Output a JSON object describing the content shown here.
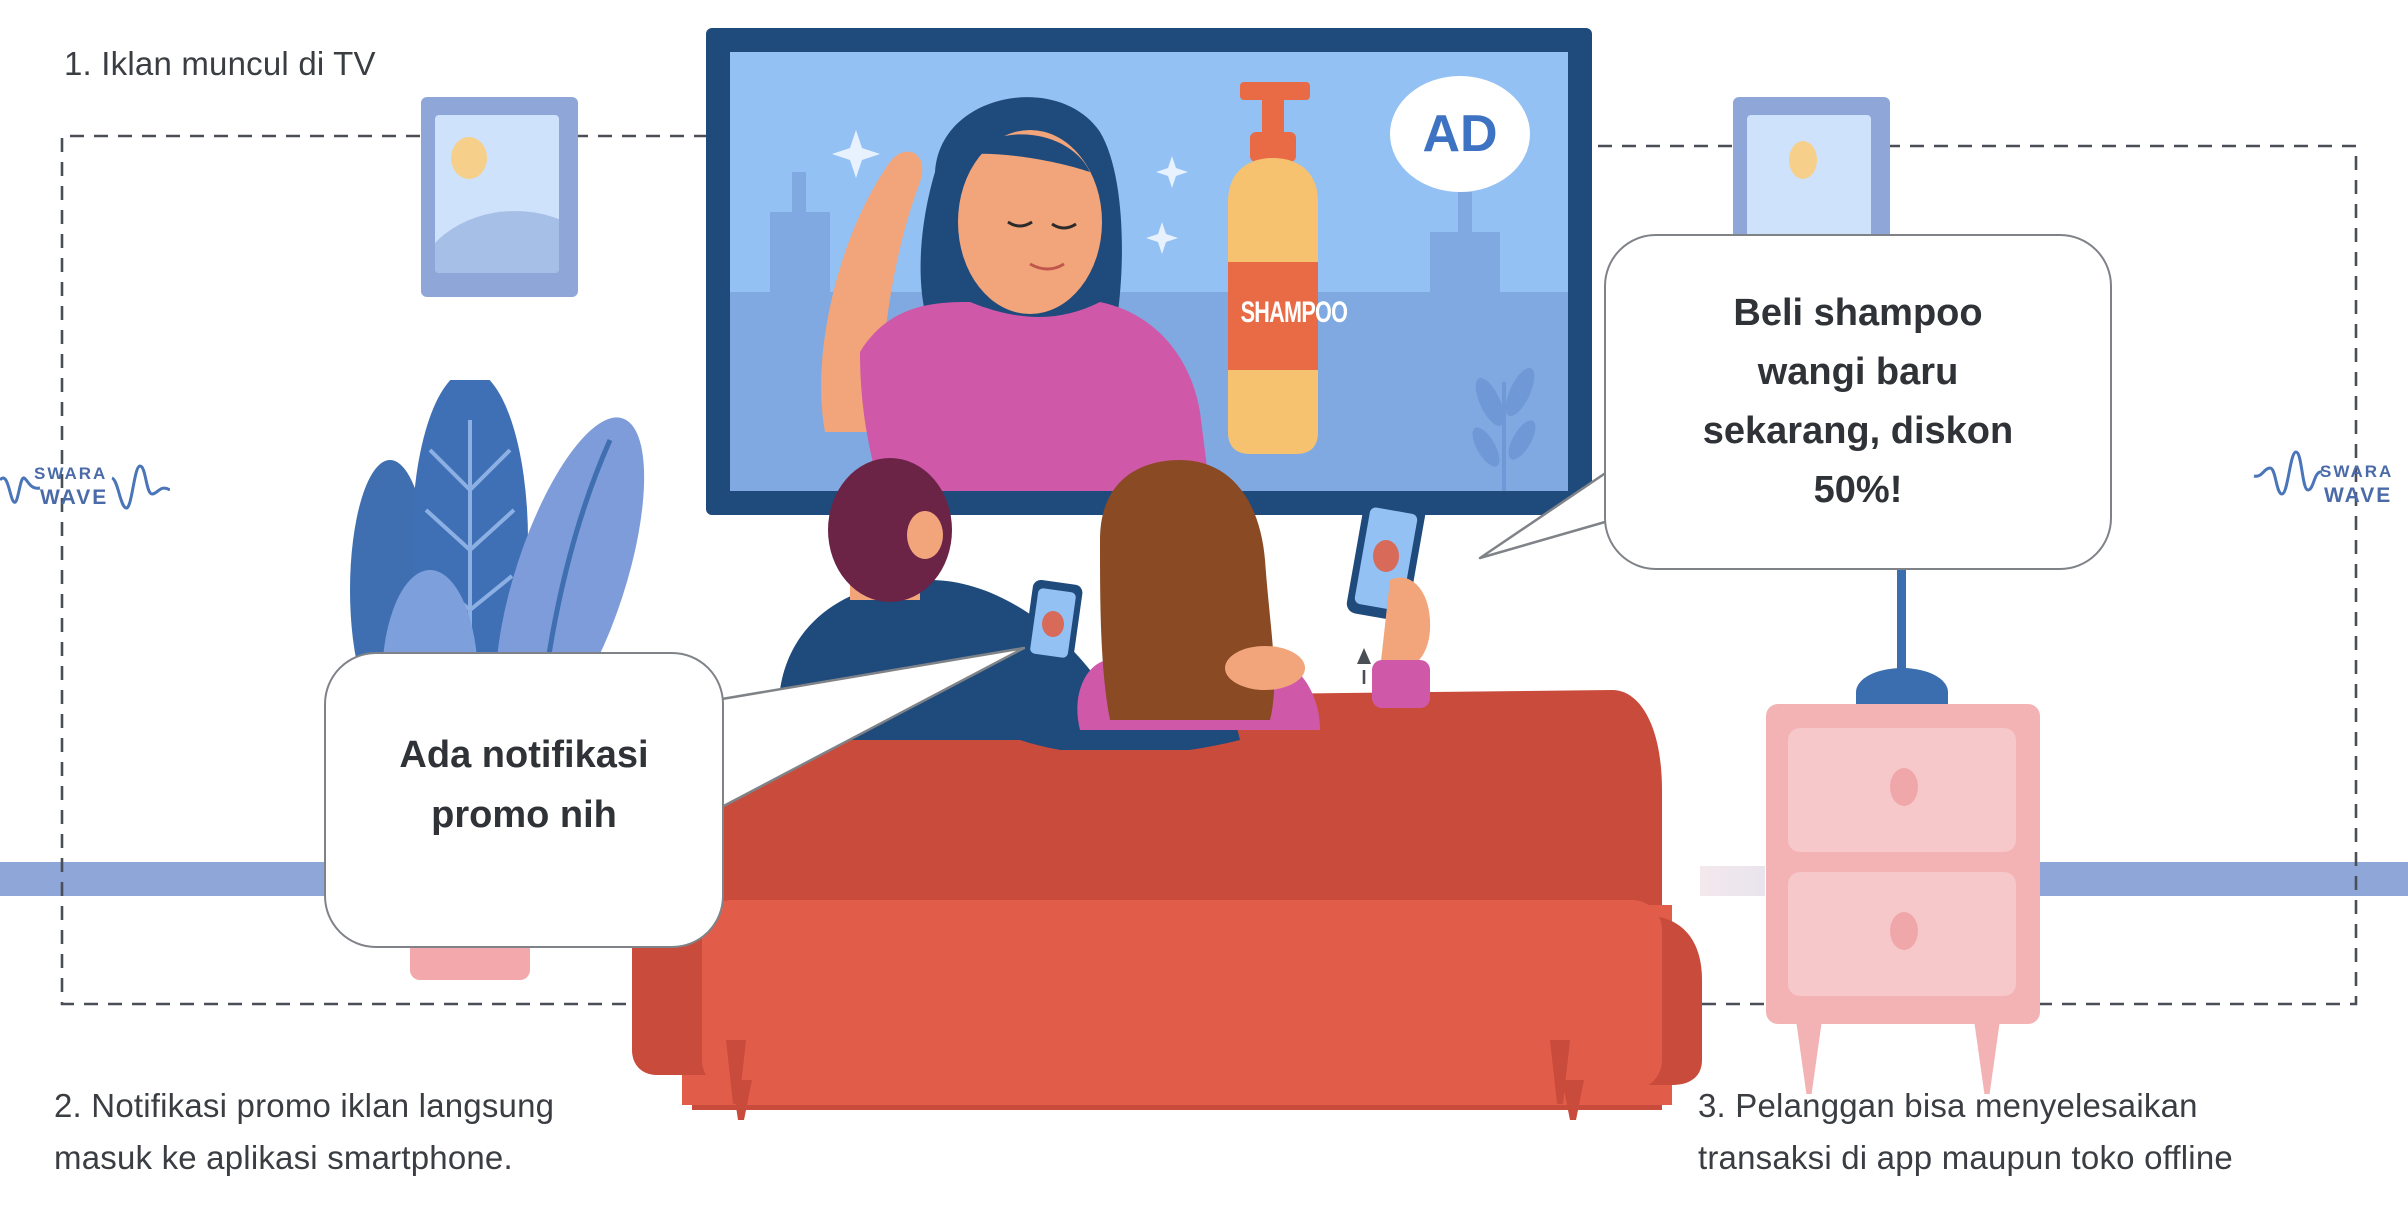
{
  "steps": {
    "step1": "1. Iklan muncul di TV",
    "step2_line1": "2. Notifikasi promo iklan langsung",
    "step2_line2": "masuk ke aplikasi smartphone.",
    "step3_line1": "3. Pelanggan bisa menyelesaikan",
    "step3_line2": "transaksi di app maupun toko offline"
  },
  "tv": {
    "ad_badge": "AD",
    "product_label": "SHAMPOO"
  },
  "bubbles": {
    "tv_bubble": "Beli shampoo\nwangi baru\nsekarang, diskon\n50%!",
    "phone_bubble": "Ada notifikasi\npromo nih"
  },
  "brand": {
    "logo_line1": "SWARA",
    "logo_line2": "WAVE"
  },
  "colors": {
    "tv_frame": "#1f4a7c",
    "tv_screen": "#93c1f3",
    "sofa": "#e25c4a",
    "sofa_dark": "#c94b3b",
    "wall_stripe": "#8ea6d8",
    "nightstand": "#f3b3b5",
    "lamp": "#3a6eaf",
    "text": "#3a3d42"
  }
}
